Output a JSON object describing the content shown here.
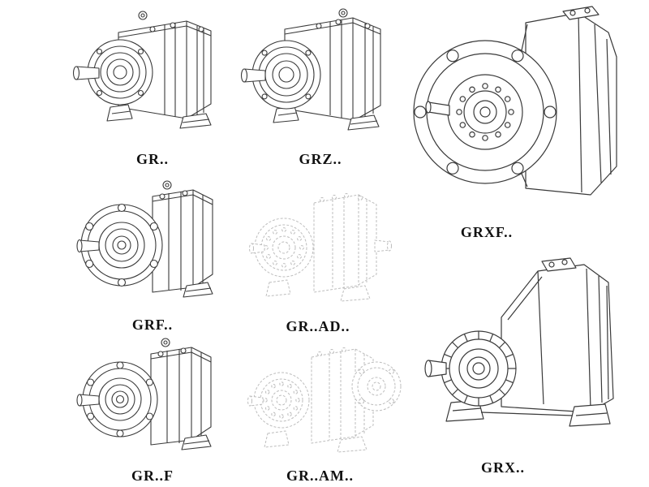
{
  "page": {
    "background": "#ffffff",
    "solid_line_color": "#3a3a3a",
    "ghost_line_color": "#bdbdbd",
    "label_color": "#111111"
  },
  "models": [
    {
      "id": "gr",
      "label": "GR..",
      "line_style": "solid",
      "drawing": "foot-mounted-gearbox-drawing"
    },
    {
      "id": "grz",
      "label": "GRZ..",
      "line_style": "solid",
      "drawing": "foot-mounted-gearbox-drawing"
    },
    {
      "id": "grxf",
      "label": "GRXF..",
      "line_style": "solid",
      "drawing": "large-flange-gearbox-drawing"
    },
    {
      "id": "grf",
      "label": "GRF..",
      "line_style": "solid",
      "drawing": "flange-gearbox-drawing"
    },
    {
      "id": "grad",
      "label": "GR..AD..",
      "line_style": "dashed",
      "drawing": "ghost-gearbox-drawing"
    },
    {
      "id": "grff",
      "label": "GR..F",
      "line_style": "solid",
      "drawing": "flange-gearbox-drawing"
    },
    {
      "id": "gram",
      "label": "GR..AM..",
      "line_style": "dashed",
      "drawing": "ghost-gearbox-flange-drawing"
    },
    {
      "id": "grx",
      "label": "GRX..",
      "line_style": "solid",
      "drawing": "large-foot-mounted-gearbox-drawing"
    }
  ]
}
